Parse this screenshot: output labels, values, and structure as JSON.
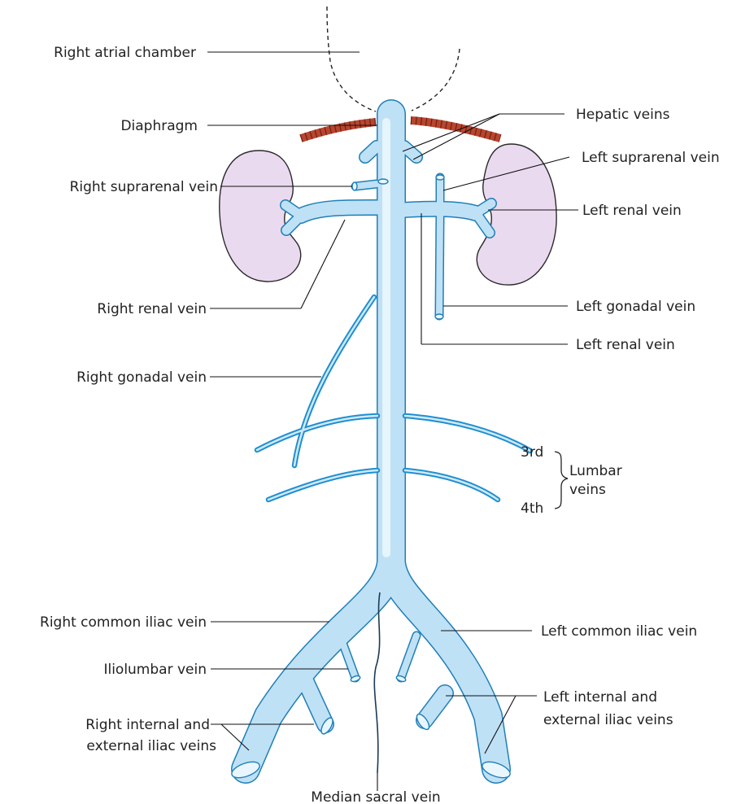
{
  "labels": {
    "right_atrial_chamber": "Right atrial chamber",
    "diaphragm": "Diaphragm",
    "hepatic_veins": "Hepatic veins",
    "left_suprarenal_vein": "Left suprarenal vein",
    "right_suprarenal_vein": "Right suprarenal vein",
    "left_renal_vein_upper": "Left renal vein",
    "right_renal_vein": "Right renal vein",
    "left_gonadal_vein": "Left gonadal vein",
    "left_renal_vein_lower": "Left renal vein",
    "right_gonadal_vein": "Right gonadal vein",
    "third": "3rd",
    "fourth": "4th",
    "lumbar_line1": "Lumbar",
    "lumbar_line2": "veins",
    "right_common_iliac_vein": "Right common iliac vein",
    "left_common_iliac_vein": "Left common iliac vein",
    "iliolumbar_vein": "Iliolumbar vein",
    "right_int_ext_line1": "Right internal and",
    "right_int_ext_line2": "external iliac veins",
    "left_int_ext_line1": "Left internal and",
    "left_int_ext_line2": "external iliac veins",
    "median_sacral_vein": "Median sacral vein"
  },
  "colors": {
    "vein_fill": "#bfe1f5",
    "vein_edge": "#1f7fb8",
    "kidney_fill": "#eadaf0",
    "diaphragm": "#b8452e"
  }
}
